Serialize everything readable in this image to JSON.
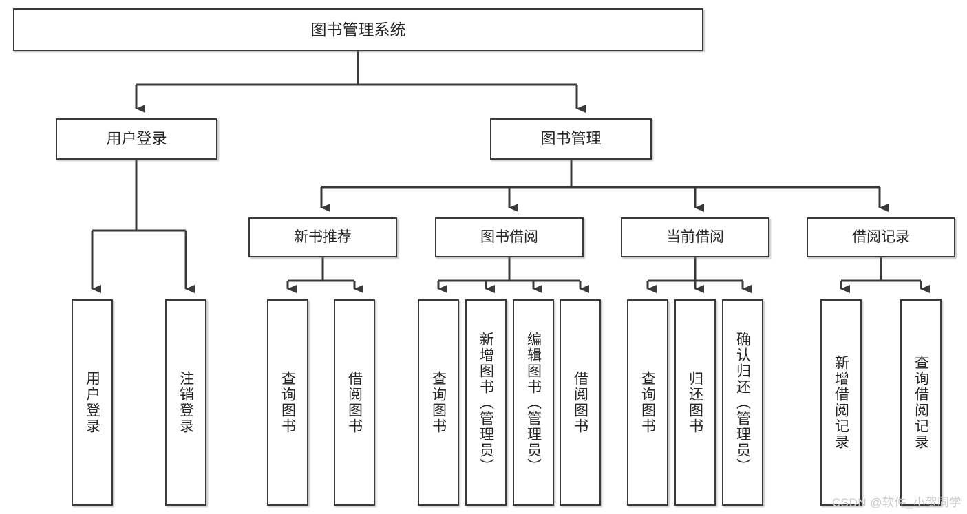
{
  "diagram": {
    "title": "图书管理系统",
    "watermark": "CSDN @软件_小贺同学",
    "accent_color": "#3a3a3a",
    "background_color": "#ffffff",
    "root": {
      "label": "图书管理系统"
    },
    "level1": [
      {
        "label": "用户登录"
      },
      {
        "label": "图书管理"
      }
    ],
    "level2": [
      {
        "label": "新书推荐"
      },
      {
        "label": "图书借阅"
      },
      {
        "label": "当前借阅"
      },
      {
        "label": "借阅记录"
      }
    ],
    "leaves": {
      "user_login": [
        {
          "label": "用户登录"
        },
        {
          "label": "注销登录"
        }
      ],
      "new_book": [
        {
          "label": "查询图书"
        },
        {
          "label": "借阅图书"
        }
      ],
      "book_borrow": [
        {
          "label": "查询图书"
        },
        {
          "label": "新增图书（管理员）"
        },
        {
          "label": "编辑图书（管理员）"
        },
        {
          "label": "借阅图书"
        }
      ],
      "current_borrow": [
        {
          "label": "查询图书"
        },
        {
          "label": "归还图书"
        },
        {
          "label": "确认归还（管理员）"
        }
      ],
      "borrow_record": [
        {
          "label": "新增借阅记录"
        },
        {
          "label": "查询借阅记录"
        }
      ]
    }
  }
}
